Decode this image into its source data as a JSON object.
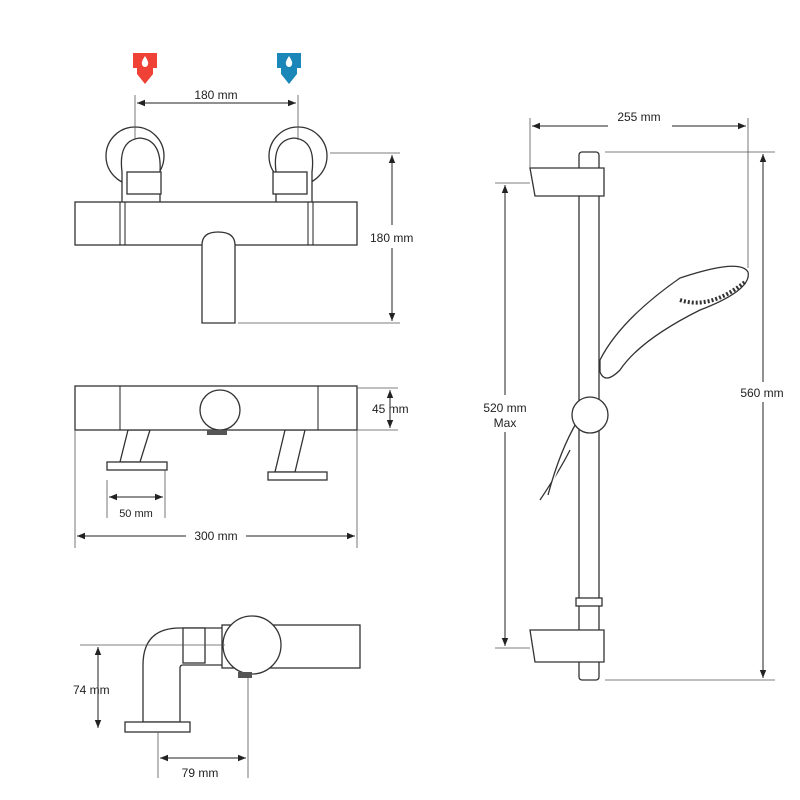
{
  "colors": {
    "hot": "#ef4136",
    "cold": "#1a87b8",
    "line": "#333333"
  },
  "icons": {
    "hot_inlet": "hot-water-inlet-icon",
    "cold_inlet": "cold-water-inlet-icon"
  },
  "dimensions": {
    "inlet_centres": "180 mm",
    "height_to_spout": "180 mm",
    "body_depth": "45 mm",
    "foot_width": "50 mm",
    "body_length": "300 mm",
    "inlet_height": "74 mm",
    "projection": "79 mm",
    "rail_to_handset": "255 mm",
    "bracket_centres": "520 mm",
    "bracket_centres_note": "Max",
    "rail_length": "560 mm"
  }
}
